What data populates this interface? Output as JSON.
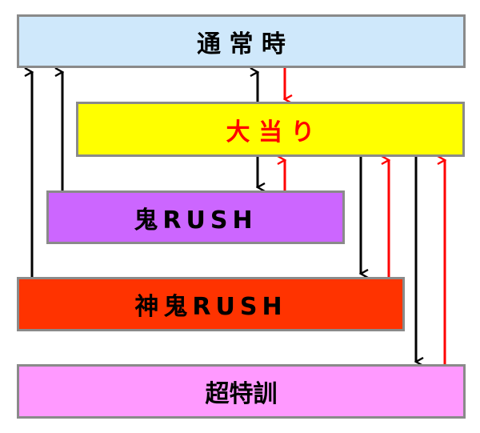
{
  "nodes": {
    "normal": {
      "label": "通 常 時",
      "fill": "#cfe8fb",
      "text_color": "#000000"
    },
    "jackpot": {
      "label": "大 当 り",
      "fill": "#ffff00",
      "text_color": "#ff0000"
    },
    "oni_rush": {
      "label": "鬼RUSH",
      "fill": "#cc66ff",
      "text_color": "#000000"
    },
    "shinki_rush": {
      "label": "神鬼RUSH",
      "fill": "#ff3300",
      "text_color": "#000000"
    },
    "super_training": {
      "label": "超特訓",
      "fill": "#ff99ff",
      "text_color": "#000000"
    }
  },
  "edge_colors": {
    "black": "#000000",
    "red": "#ff0000"
  },
  "edges": [
    {
      "from": "oni_rush",
      "to": "normal",
      "color": "black"
    },
    {
      "from": "shinki_rush",
      "to": "normal",
      "color": "black"
    },
    {
      "from": "jackpot",
      "to": "normal",
      "color": "black"
    },
    {
      "from": "normal",
      "to": "jackpot",
      "color": "red"
    },
    {
      "from": "jackpot",
      "to": "oni_rush",
      "color": "black"
    },
    {
      "from": "oni_rush",
      "to": "jackpot",
      "color": "red"
    },
    {
      "from": "jackpot",
      "to": "shinki_rush",
      "color": "black"
    },
    {
      "from": "shinki_rush",
      "to": "jackpot",
      "color": "red"
    },
    {
      "from": "jackpot",
      "to": "super_training",
      "color": "black"
    },
    {
      "from": "super_training",
      "to": "jackpot",
      "color": "red"
    }
  ]
}
